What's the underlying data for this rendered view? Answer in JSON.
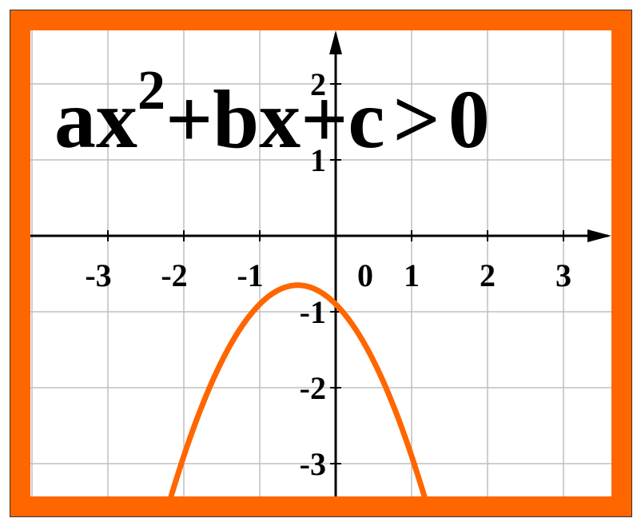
{
  "chart_data": {
    "type": "line",
    "title": "ax² + bx + c > 0",
    "equation": {
      "part_a": "ax",
      "exponent": "2",
      "part_b": "+bx+c",
      "relation": ">",
      "rhs": "0"
    },
    "x_ticks": [
      "-3",
      "-2",
      "-1",
      "0",
      "1",
      "2",
      "3"
    ],
    "x_tick_values": [
      -3,
      -2,
      -1,
      0,
      1,
      2,
      3
    ],
    "y_ticks": [
      "2",
      "1",
      "-1",
      "-2",
      "-3"
    ],
    "y_tick_values": [
      2,
      1,
      -1,
      -2,
      -3
    ],
    "xlim": [
      -4.1,
      3.6
    ],
    "ylim": [
      -3.45,
      2.75
    ],
    "grid": true,
    "series": [
      {
        "function": "-(x+0.5)^2 - 0.65",
        "vertex": [
          -0.5,
          -0.65
        ],
        "x_range": [
          -2.2,
          1.2
        ],
        "color": "#FF6600"
      }
    ]
  },
  "colors": {
    "frame": "#FF6600",
    "grid": "#BFBFBF",
    "axis": "#000000",
    "curve": "#FF6600",
    "text": "#000000"
  }
}
